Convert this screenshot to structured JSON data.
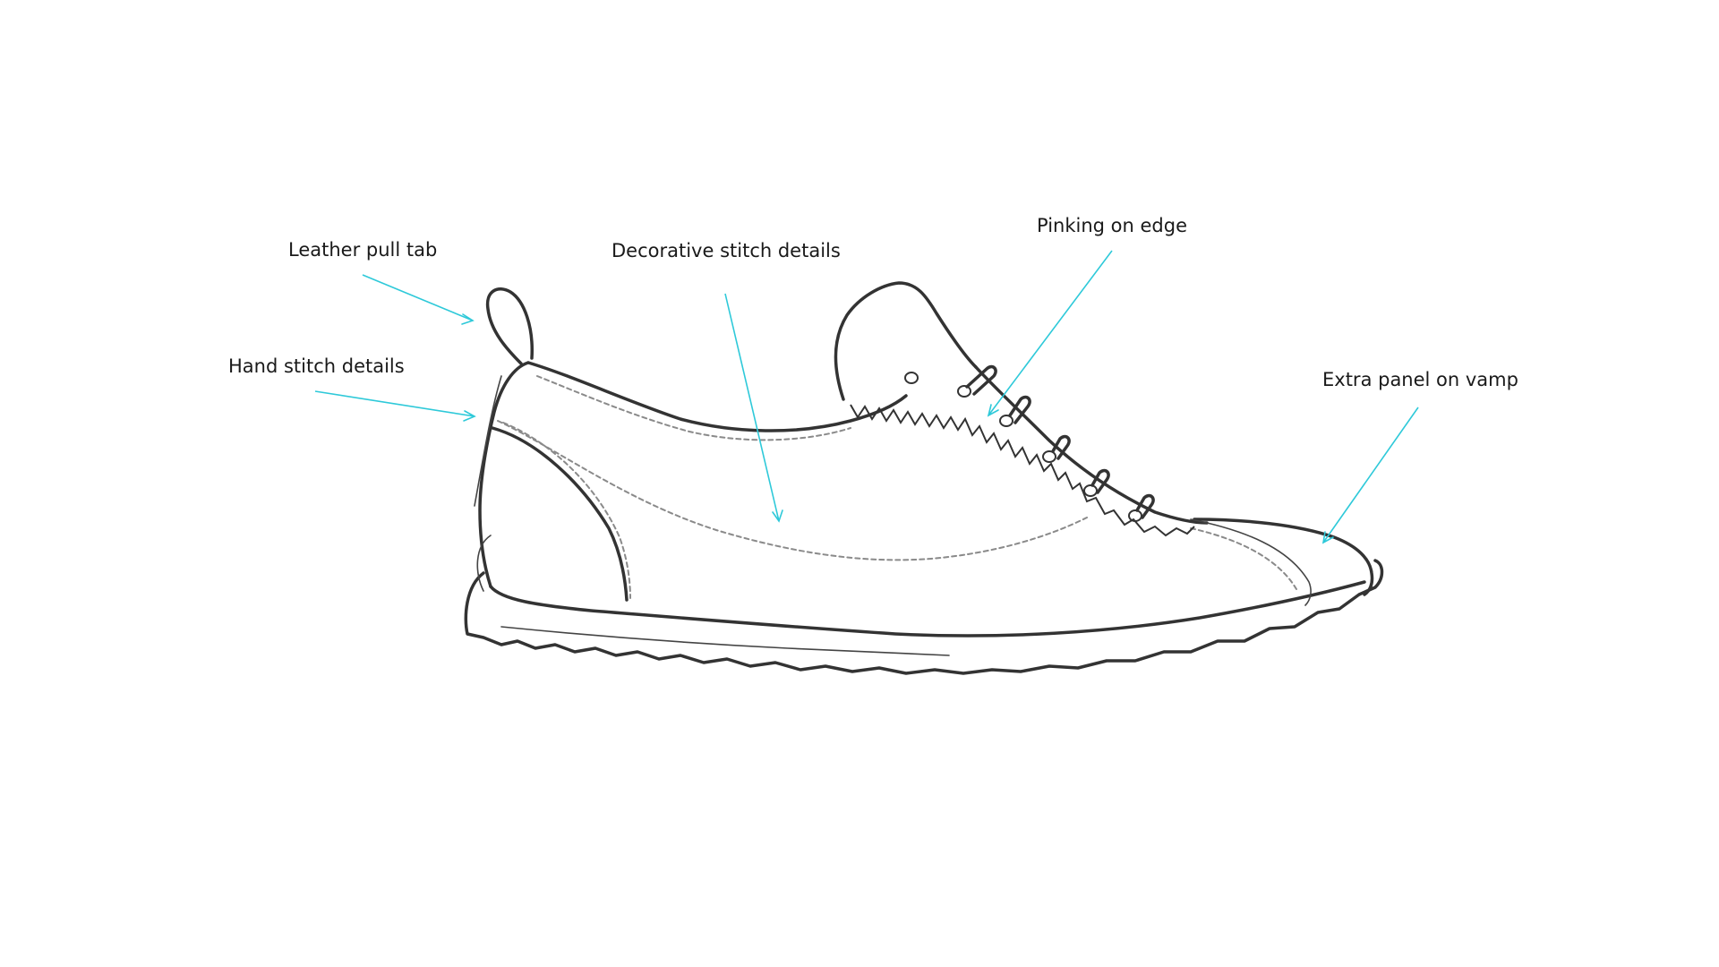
{
  "diagram": {
    "colors": {
      "outline": "#333333",
      "stitch": "#8a8a8a",
      "leader": "#2ec9d9",
      "label": "#1a1a1a",
      "background": "#ffffff"
    },
    "callouts": [
      {
        "id": "pull-tab",
        "label": "Leather pull tab"
      },
      {
        "id": "hand-stitch",
        "label": "Hand stitch details"
      },
      {
        "id": "decorative-stitch",
        "label": "Decorative stitch details"
      },
      {
        "id": "pinking",
        "label": "Pinking on edge"
      },
      {
        "id": "vamp-panel",
        "label": "Extra panel on vamp"
      }
    ]
  }
}
